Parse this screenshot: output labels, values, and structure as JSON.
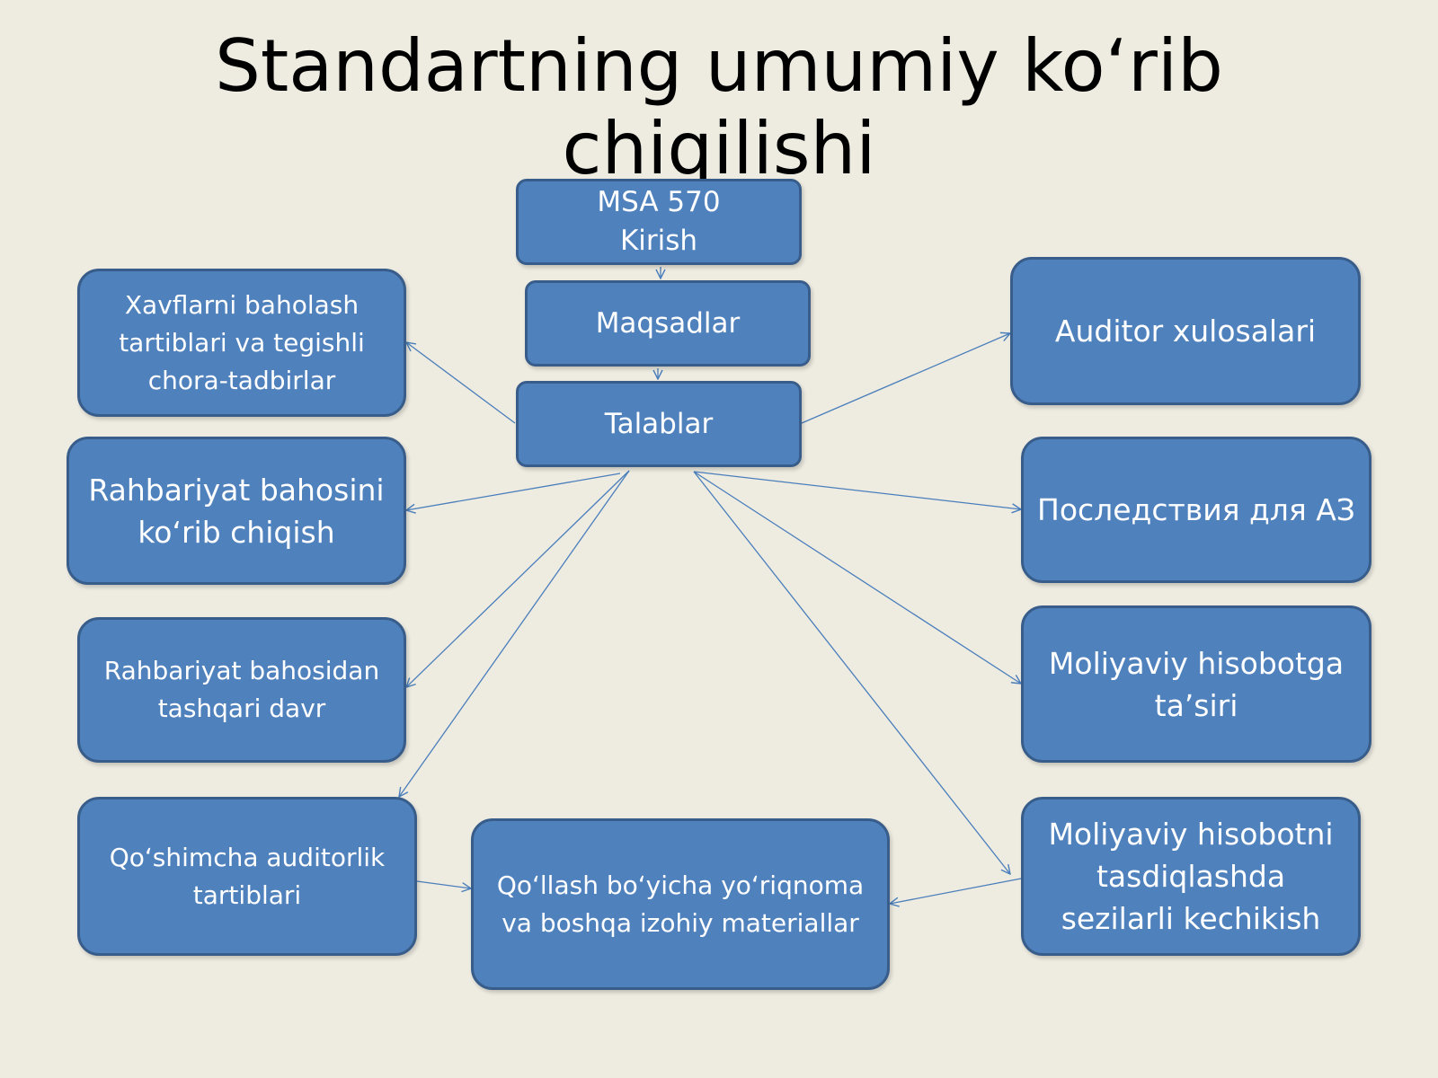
{
  "title": "Standartning umumiy koʻrib chiqilishi",
  "colors": {
    "background": "#eeece1",
    "box_fill": "#4f81bd",
    "box_border": "#385d8a",
    "connector": "#4a7ebb",
    "box_text": "#ffffff",
    "title_text": "#000000"
  },
  "nodes": {
    "msa": "MSA 570\nKirish",
    "maqsadlar": "Maqsadlar",
    "talablar": "Talablar",
    "xavflar": "Xavflarni baholash tartiblari va tegishli chora-tadbirlar",
    "rahbariyat_korib": "Rahbariyat bahosini koʻrib chiqish",
    "rahbariyat_tashqari": "Rahbariyat bahosidan tashqari davr",
    "qoshimcha": "Qoʻshimcha auditorlik tartiblari",
    "qollash": "Qoʻllash boʻyicha yoʻriqnoma va boshqa izohiy materiallar",
    "auditor": "Auditor xulosalari",
    "posledstviya": "Последствия для АЗ",
    "moliyaviy_tasiri": "Moliyaviy hisobotga ta’siri",
    "moliyaviy_kechikish": "Moliyaviy hisobotni tasdiqlashda sezilarli kechikish"
  },
  "edges": [
    {
      "from": "msa",
      "to": "maqsadlar"
    },
    {
      "from": "maqsadlar",
      "to": "talablar"
    },
    {
      "from": "talablar",
      "to": "xavflar"
    },
    {
      "from": "talablar",
      "to": "rahbariyat_korib"
    },
    {
      "from": "talablar",
      "to": "rahbariyat_tashqari"
    },
    {
      "from": "talablar",
      "to": "qoshimcha"
    },
    {
      "from": "talablar",
      "to": "auditor"
    },
    {
      "from": "talablar",
      "to": "posledstviya"
    },
    {
      "from": "talablar",
      "to": "moliyaviy_tasiri"
    },
    {
      "from": "talablar",
      "to": "moliyaviy_kechikish"
    },
    {
      "from": "qoshimcha",
      "to": "qollash"
    },
    {
      "from": "moliyaviy_kechikish",
      "to": "qollash"
    }
  ]
}
